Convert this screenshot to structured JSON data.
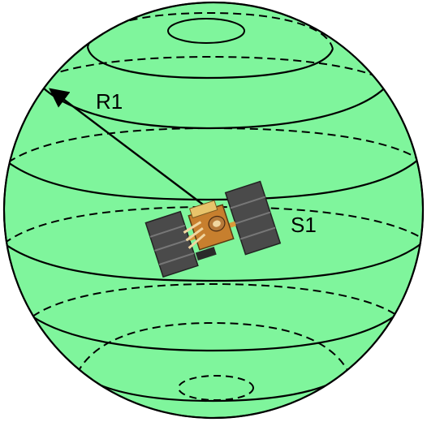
{
  "diagram": {
    "labels": {
      "radius": "R1",
      "satellite": "S1"
    },
    "colors": {
      "sphere_fill": "#7ff59c",
      "stroke": "#000000",
      "panel": "#4a4a4a",
      "bus_gold": "#d99a3a"
    },
    "icons": {
      "satellite": "satellite-icon",
      "arrow": "radius-arrow"
    }
  }
}
